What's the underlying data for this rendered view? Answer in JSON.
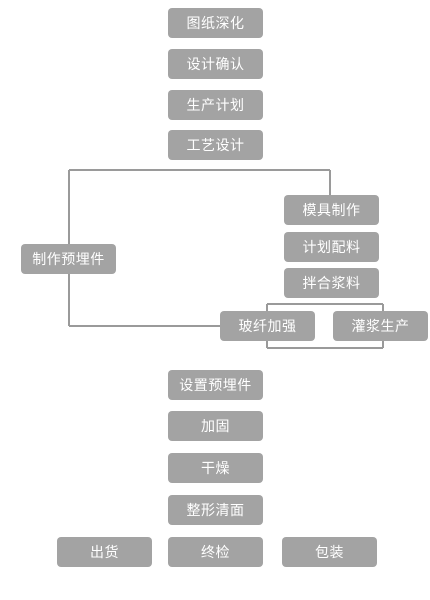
{
  "flow": {
    "main": [
      "图纸深化",
      "设计确认",
      "生产计划",
      "工艺设计"
    ],
    "left_branch": "制作预埋件",
    "right_branch": [
      "模具制作",
      "计划配料",
      "拌合浆料"
    ],
    "sub_left": "玻纤加强",
    "sub_right": "灌浆生产",
    "lower": [
      "设置预埋件",
      "加固",
      "干燥",
      "整形清面"
    ],
    "bottom": {
      "left": "出货",
      "center": "终检",
      "right": "包装"
    }
  },
  "colors": {
    "node_fill": "#a3a3a3",
    "node_text": "#ffffff",
    "connector": "#9a9a9a"
  }
}
